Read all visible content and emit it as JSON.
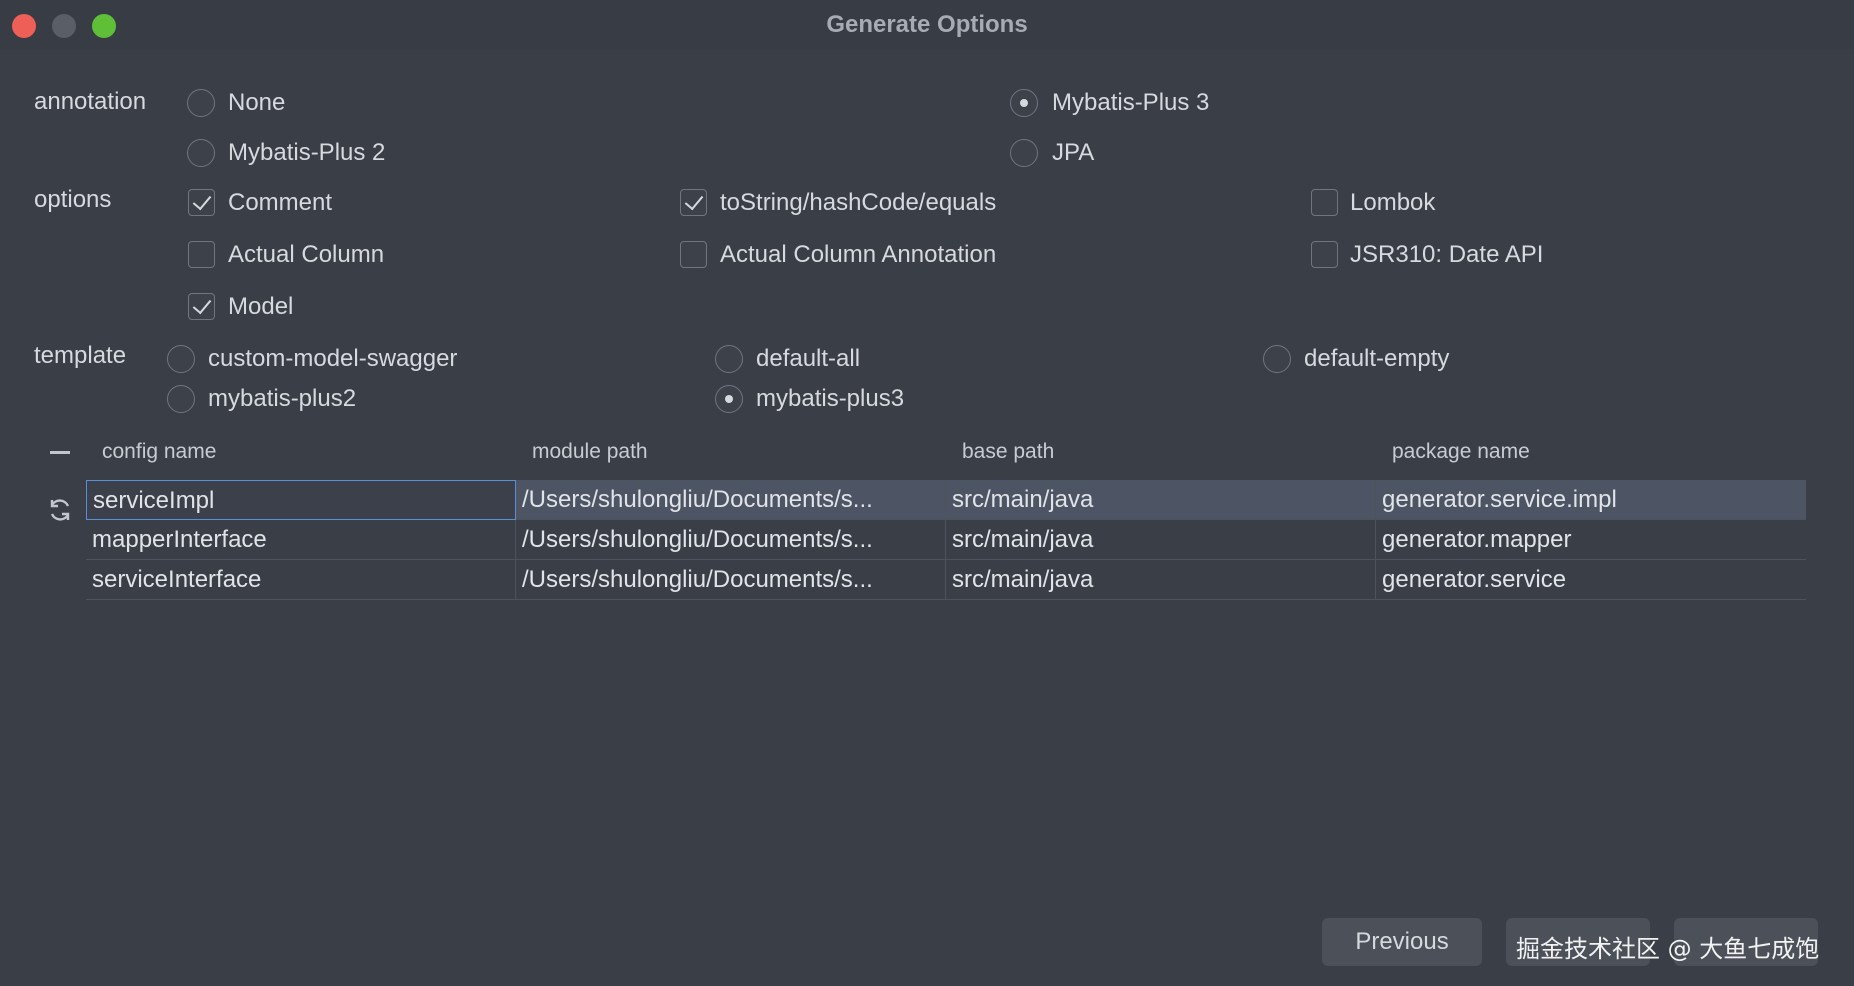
{
  "window": {
    "title": "Generate Options"
  },
  "annotation": {
    "label": "annotation",
    "options": [
      {
        "label": "None",
        "selected": false
      },
      {
        "label": "Mybatis-Plus 3",
        "selected": true
      },
      {
        "label": "Mybatis-Plus 2",
        "selected": false
      },
      {
        "label": "JPA",
        "selected": false
      }
    ]
  },
  "options": {
    "label": "options",
    "items": [
      {
        "label": "Comment",
        "checked": true
      },
      {
        "label": "toString/hashCode/equals",
        "checked": true
      },
      {
        "label": "Lombok",
        "checked": false
      },
      {
        "label": "Actual Column",
        "checked": false
      },
      {
        "label": "Actual Column Annotation",
        "checked": false
      },
      {
        "label": "JSR310: Date API",
        "checked": false
      },
      {
        "label": "Model",
        "checked": true
      }
    ]
  },
  "template": {
    "label": "template",
    "options": [
      {
        "label": "custom-model-swagger",
        "selected": false
      },
      {
        "label": "default-all",
        "selected": false
      },
      {
        "label": "default-empty",
        "selected": false
      },
      {
        "label": "mybatis-plus2",
        "selected": false
      },
      {
        "label": "mybatis-plus3",
        "selected": true
      }
    ]
  },
  "table": {
    "columns": [
      "config name",
      "module path",
      "base path",
      "package name"
    ],
    "rows": [
      {
        "config_name": "serviceImpl",
        "module_path": "/Users/shulongliu/Documents/s...",
        "base_path": "src/main/java",
        "package_name": "generator.service.impl",
        "selected": true
      },
      {
        "config_name": "mapperInterface",
        "module_path": "/Users/shulongliu/Documents/s...",
        "base_path": "src/main/java",
        "package_name": "generator.mapper",
        "selected": false
      },
      {
        "config_name": "serviceInterface",
        "module_path": "/Users/shulongliu/Documents/s...",
        "base_path": "src/main/java",
        "package_name": "generator.service",
        "selected": false
      }
    ]
  },
  "buttons": {
    "previous": "Previous"
  },
  "watermark": "掘金技术社区 @ 大鱼七成饱",
  "icons": {
    "remove": "minus-icon",
    "refresh": "refresh-icon"
  }
}
